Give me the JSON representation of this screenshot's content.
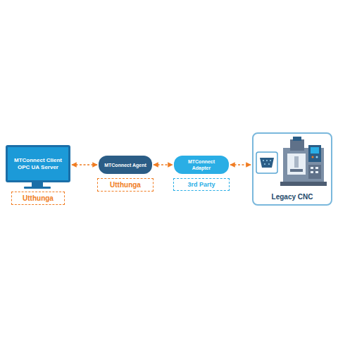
{
  "diagram": {
    "nodes": [
      {
        "text": [
          "MTConnect Client OPC UA Server"
        ]
      },
      {
        "text": [
          "Utthunga"
        ]
      },
      {
        "text": [
          "MTConnect Agent"
        ]
      },
      {
        "text": [
          "Utthunga"
        ]
      },
      {
        "text": [
          "MTConnect Adapter"
        ]
      },
      {
        "text": [
          "3rd Party"
        ]
      },
      {
        "text": [
          "Legacy CNC"
        ]
      }
    ],
    "edges": [
      {
        "from": 0,
        "to": 2,
        "arrow": "both"
      },
      {
        "from": 2,
        "to": 4,
        "arrow": "both"
      },
      {
        "from": 4,
        "to": 6,
        "arrow": "both"
      }
    ]
  }
}
